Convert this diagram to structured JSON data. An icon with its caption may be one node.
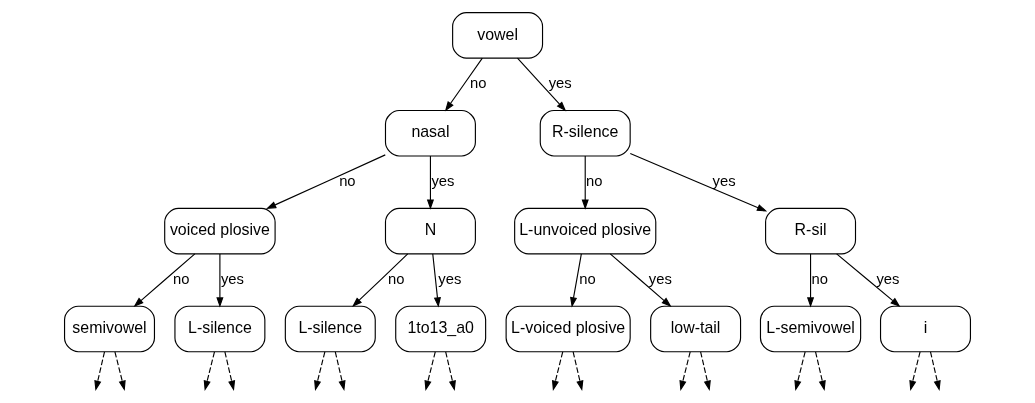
{
  "diagram": {
    "nodes": [
      {
        "text": [
          "vowel"
        ]
      },
      {
        "text": [
          "nasal"
        ]
      },
      {
        "text": [
          "R-silence"
        ]
      },
      {
        "text": [
          "voiced plosive"
        ]
      },
      {
        "text": [
          "N"
        ]
      },
      {
        "text": [
          "L-unvoiced plosive"
        ]
      },
      {
        "text": [
          "R-sil"
        ]
      },
      {
        "text": [
          "semivowel"
        ]
      },
      {
        "text": [
          "L-silence"
        ]
      },
      {
        "text": [
          "L-silence"
        ]
      },
      {
        "text": [
          "1to13_a0"
        ]
      },
      {
        "text": [
          "L-voiced plosive"
        ]
      },
      {
        "text": [
          "low-tail"
        ]
      },
      {
        "text": [
          "L-semivowel"
        ]
      },
      {
        "text": [
          "i"
        ]
      }
    ],
    "edges": [
      {
        "from": 0,
        "to": 1,
        "arrow": "to",
        "label": "no"
      },
      {
        "from": 0,
        "to": 2,
        "arrow": "to",
        "label": "yes"
      },
      {
        "from": 1,
        "to": 3,
        "arrow": "to",
        "label": "no"
      },
      {
        "from": 1,
        "to": 4,
        "arrow": "to",
        "label": "yes"
      },
      {
        "from": 2,
        "to": 5,
        "arrow": "to",
        "label": "no"
      },
      {
        "from": 2,
        "to": 6,
        "arrow": "to",
        "label": "yes"
      },
      {
        "from": 3,
        "to": 7,
        "arrow": "to",
        "label": "no"
      },
      {
        "from": 3,
        "to": 8,
        "arrow": "to",
        "label": "yes"
      },
      {
        "from": 4,
        "to": 9,
        "arrow": "to",
        "label": "no"
      },
      {
        "from": 4,
        "to": 10,
        "arrow": "to",
        "label": "yes"
      },
      {
        "from": 5,
        "to": 11,
        "arrow": "to",
        "label": "no"
      },
      {
        "from": 5,
        "to": 12,
        "arrow": "to",
        "label": "yes"
      },
      {
        "from": 6,
        "to": 13,
        "arrow": "to",
        "label": "no"
      },
      {
        "from": 6,
        "to": 14,
        "arrow": "to",
        "label": "yes"
      },
      {
        "from": 7,
        "to": null,
        "arrow": "to",
        "style": "dashed"
      },
      {
        "from": 7,
        "to": null,
        "arrow": "to",
        "style": "dashed"
      },
      {
        "from": 8,
        "to": null,
        "arrow": "to",
        "style": "dashed"
      },
      {
        "from": 8,
        "to": null,
        "arrow": "to",
        "style": "dashed"
      },
      {
        "from": 9,
        "to": null,
        "arrow": "to",
        "style": "dashed"
      },
      {
        "from": 9,
        "to": null,
        "arrow": "to",
        "style": "dashed"
      },
      {
        "from": 10,
        "to": null,
        "arrow": "to",
        "style": "dashed"
      },
      {
        "from": 10,
        "to": null,
        "arrow": "to",
        "style": "dashed"
      },
      {
        "from": 11,
        "to": null,
        "arrow": "to",
        "style": "dashed"
      },
      {
        "from": 11,
        "to": null,
        "arrow": "to",
        "style": "dashed"
      },
      {
        "from": 12,
        "to": null,
        "arrow": "to",
        "style": "dashed"
      },
      {
        "from": 12,
        "to": null,
        "arrow": "to",
        "style": "dashed"
      },
      {
        "from": 13,
        "to": null,
        "arrow": "to",
        "style": "dashed"
      },
      {
        "from": 13,
        "to": null,
        "arrow": "to",
        "style": "dashed"
      },
      {
        "from": 14,
        "to": null,
        "arrow": "to",
        "style": "dashed"
      },
      {
        "from": 14,
        "to": null,
        "arrow": "to",
        "style": "dashed"
      }
    ]
  }
}
